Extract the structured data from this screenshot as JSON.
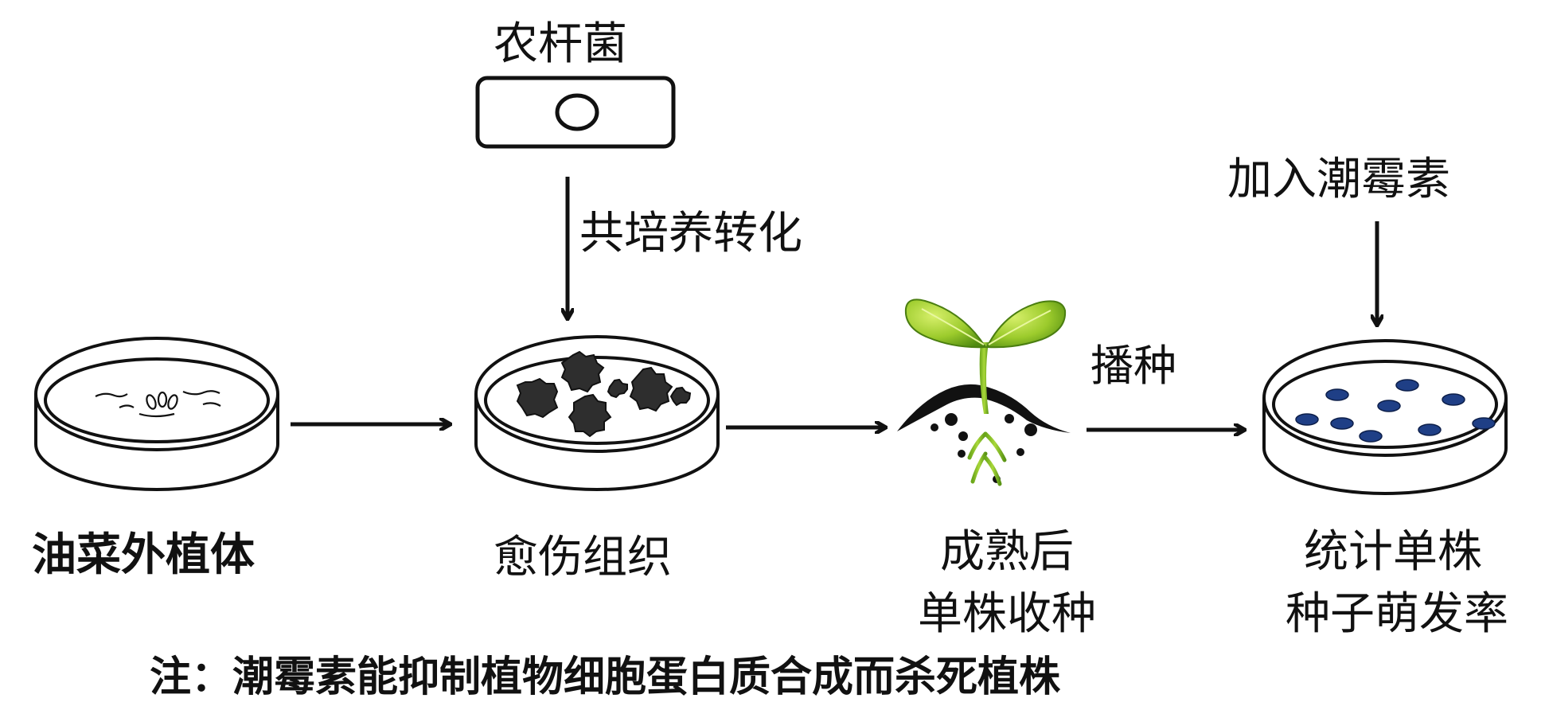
{
  "agrobacterium_label": "农杆菌",
  "cocultivation_label": "共培养转化",
  "hygromycin_add_label": "加入潮霉素",
  "sowing_label": "播种",
  "stages": [
    {
      "lines": [
        "油菜外植体"
      ]
    },
    {
      "lines": [
        "愈伤组织"
      ]
    },
    {
      "lines": [
        "成熟后",
        "单株收种"
      ]
    },
    {
      "lines": [
        "统计单株",
        "种子萌发率"
      ]
    }
  ],
  "note": "注：潮霉素能抑制植物细胞蛋白质合成而杀死植株",
  "colors": {
    "ink": "#111111",
    "callus": "#2a2a2a",
    "leaf_light": "#b6dc3c",
    "leaf_dark": "#5f9a14",
    "seed_blue": "#1f3f86"
  }
}
